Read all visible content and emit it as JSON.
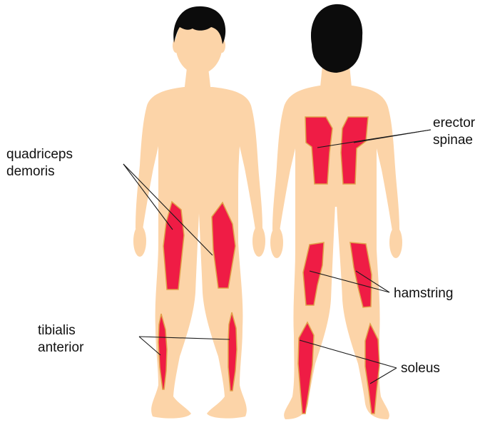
{
  "colors": {
    "skin": "#fcd4a8",
    "hair": "#0c0c0c",
    "muscle": "#ef1c45",
    "muscle_outline": "#e1a04a",
    "leader_line": "#1a1a1a",
    "text": "#111111"
  },
  "figures": {
    "front": "front-body-figure",
    "back": "back-body-figure"
  },
  "labels": {
    "quadriceps": [
      "quadriceps",
      "demoris"
    ],
    "tibialis": [
      "tibialis",
      "anterior"
    ],
    "erector": [
      "erector",
      "spinae"
    ],
    "hamstring": "hamstring",
    "soleus": "soleus"
  }
}
